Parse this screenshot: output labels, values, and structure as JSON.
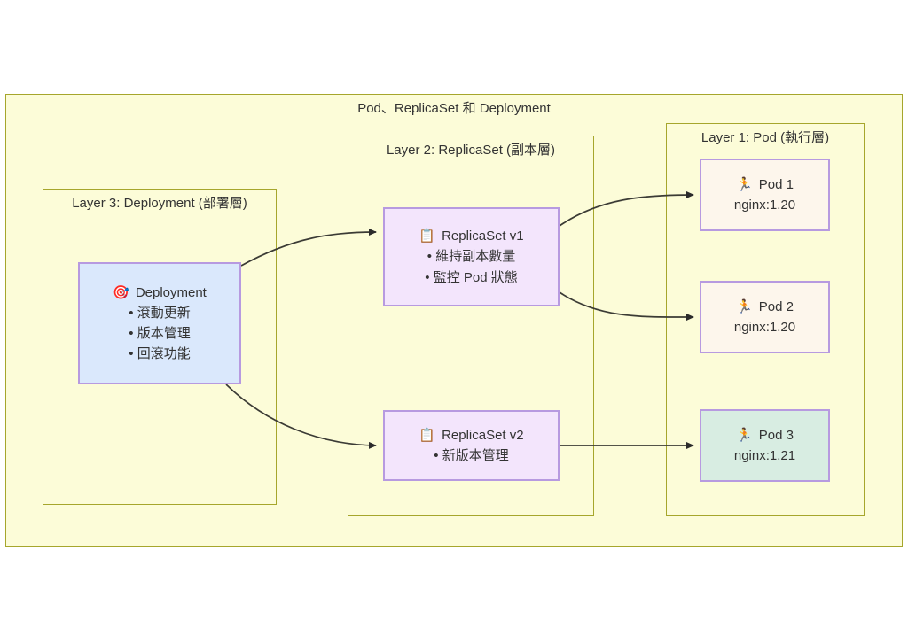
{
  "diagram": {
    "title": "Pod、ReplicaSet 和 Deployment",
    "background_color": "#FFFFFF",
    "container_fill": "#FCFCD8",
    "container_stroke": "#A6A62C",
    "node_stroke": "#B79AE0",
    "arrow_color": "#333333"
  },
  "lanes": [
    {
      "id": "lane-deployment",
      "title": "Layer 3: Deployment (部署層)"
    },
    {
      "id": "lane-replicaset",
      "title": "Layer 2: ReplicaSet (副本層)"
    },
    {
      "id": "lane-pod",
      "title": "Layer 1: Pod (執行層)"
    }
  ],
  "nodes": {
    "deployment": {
      "icon": "dart-target-icon",
      "icon_glyph": "🎯",
      "title": "Deployment",
      "fill": "#DAE8FC",
      "bullets": [
        "滾動更新",
        "版本管理",
        "回滾功能"
      ]
    },
    "replicaset_v1": {
      "icon": "clipboard-icon",
      "icon_glyph": "📋",
      "title": "ReplicaSet v1",
      "fill": "#F3E5FC",
      "bullets": [
        "維持副本數量",
        "監控 Pod 狀態"
      ]
    },
    "replicaset_v2": {
      "icon": "clipboard-icon",
      "icon_glyph": "📋",
      "title": "ReplicaSet v2",
      "fill": "#F3E5FC",
      "bullets": [
        "新版本管理"
      ]
    },
    "pod1": {
      "icon": "runner-icon",
      "icon_glyph": "🏃",
      "title": "Pod 1",
      "subtitle": "nginx:1.20",
      "fill": "#FDF6EC"
    },
    "pod2": {
      "icon": "runner-icon",
      "icon_glyph": "🏃",
      "title": "Pod 2",
      "subtitle": "nginx:1.20",
      "fill": "#FDF6EC"
    },
    "pod3": {
      "icon": "runner-icon",
      "icon_glyph": "🏃",
      "title": "Pod 3",
      "subtitle": "nginx:1.21",
      "fill": "#D8EDE2"
    }
  },
  "edges": [
    {
      "id": "deployment-to-replicaset-v1",
      "from": "deployment",
      "to": "replicaset_v1",
      "label": ""
    },
    {
      "id": "deployment-to-replicaset-v2",
      "from": "deployment",
      "to": "replicaset_v2",
      "label": ""
    },
    {
      "id": "replicaset-v1-to-pod1",
      "from": "replicaset_v1",
      "to": "pod1",
      "label": ""
    },
    {
      "id": "replicaset-v1-to-pod2",
      "from": "replicaset_v1",
      "to": "pod2",
      "label": ""
    },
    {
      "id": "replicaset-v2-to-pod3",
      "from": "replicaset_v2",
      "to": "pod3",
      "label": ""
    }
  ]
}
